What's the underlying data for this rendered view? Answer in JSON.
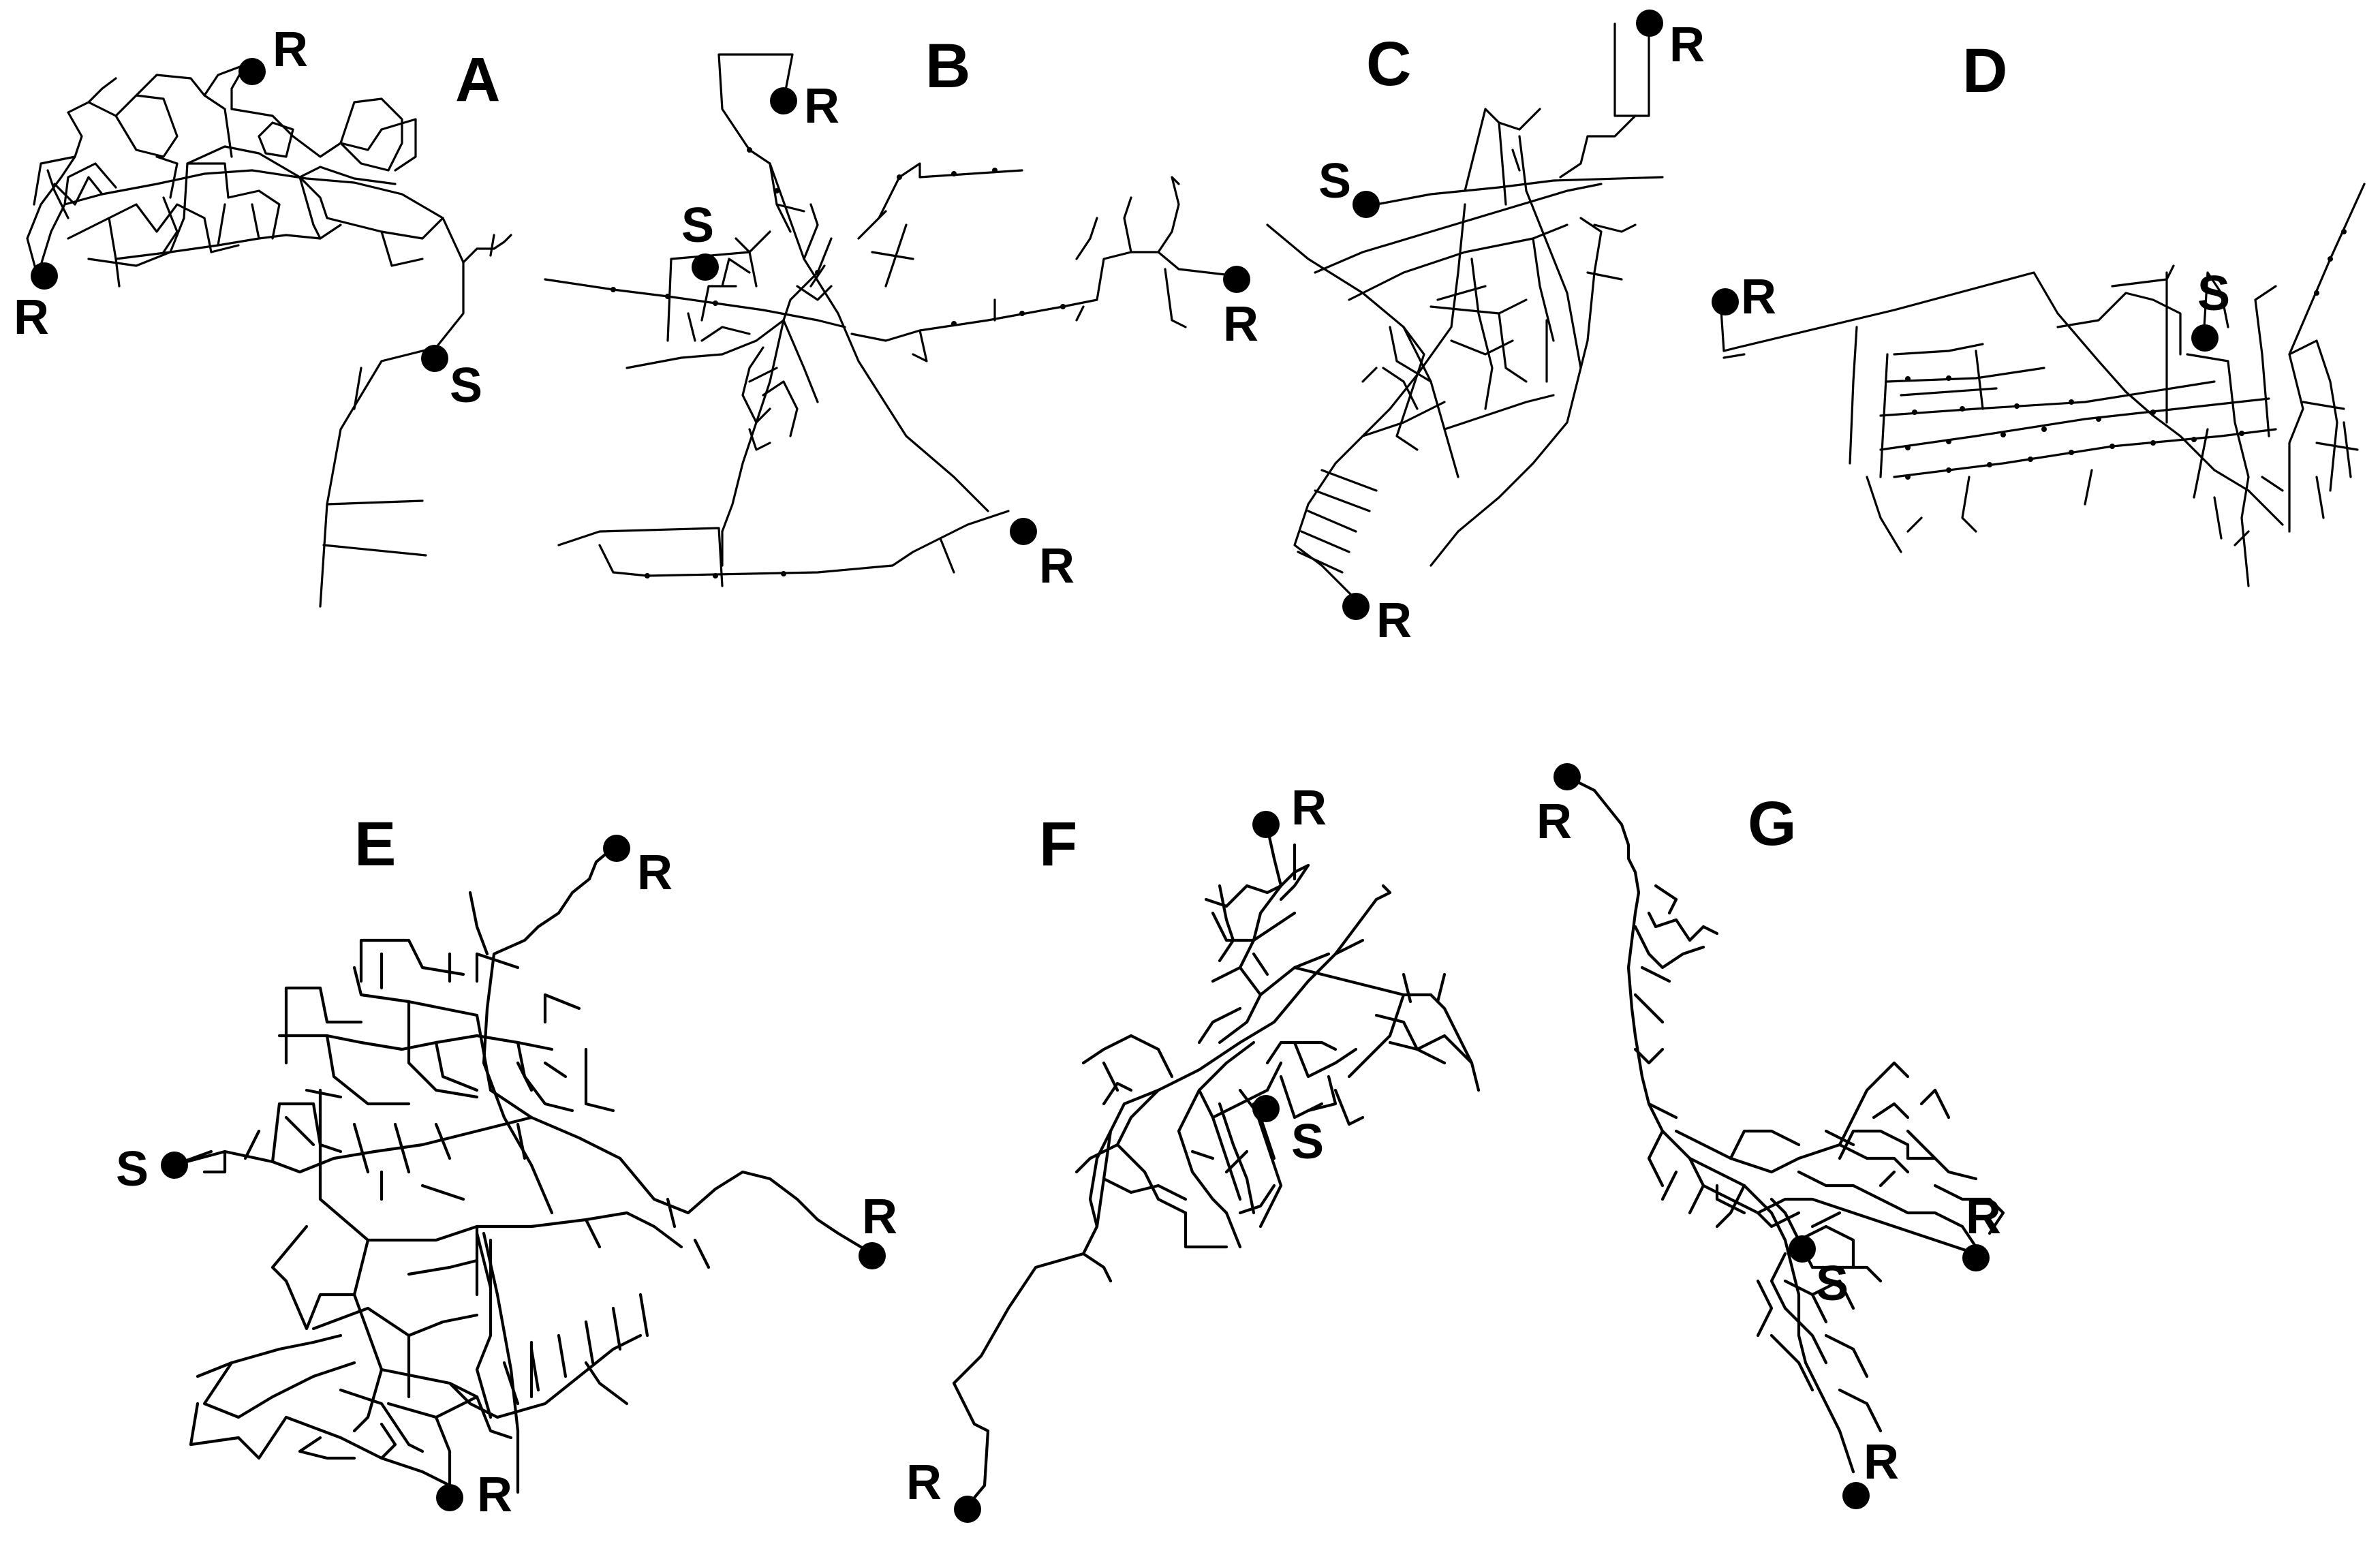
{
  "panels": [
    {
      "id": "A",
      "letter": "A",
      "markers": [
        {
          "label": "R"
        },
        {
          "label": "R"
        },
        {
          "label": "S"
        }
      ]
    },
    {
      "id": "B",
      "letter": "B",
      "markers": [
        {
          "label": "R"
        },
        {
          "label": "S"
        },
        {
          "label": "R"
        },
        {
          "label": "R"
        }
      ]
    },
    {
      "id": "C",
      "letter": "C",
      "markers": [
        {
          "label": "R"
        },
        {
          "label": "S"
        },
        {
          "label": "R"
        }
      ]
    },
    {
      "id": "D",
      "letter": "D",
      "markers": [
        {
          "label": "R"
        },
        {
          "label": "S"
        }
      ]
    },
    {
      "id": "E",
      "letter": "E",
      "markers": [
        {
          "label": "R"
        },
        {
          "label": "S"
        },
        {
          "label": "R"
        },
        {
          "label": "R"
        }
      ]
    },
    {
      "id": "F",
      "letter": "F",
      "markers": [
        {
          "label": "R"
        },
        {
          "label": "S"
        },
        {
          "label": "R"
        }
      ]
    },
    {
      "id": "G",
      "letter": "G",
      "markers": [
        {
          "label": "R"
        },
        {
          "label": "R"
        },
        {
          "label": "S"
        },
        {
          "label": "R"
        }
      ]
    }
  ],
  "colors": {
    "network": "#000000",
    "background": "#ffffff"
  }
}
